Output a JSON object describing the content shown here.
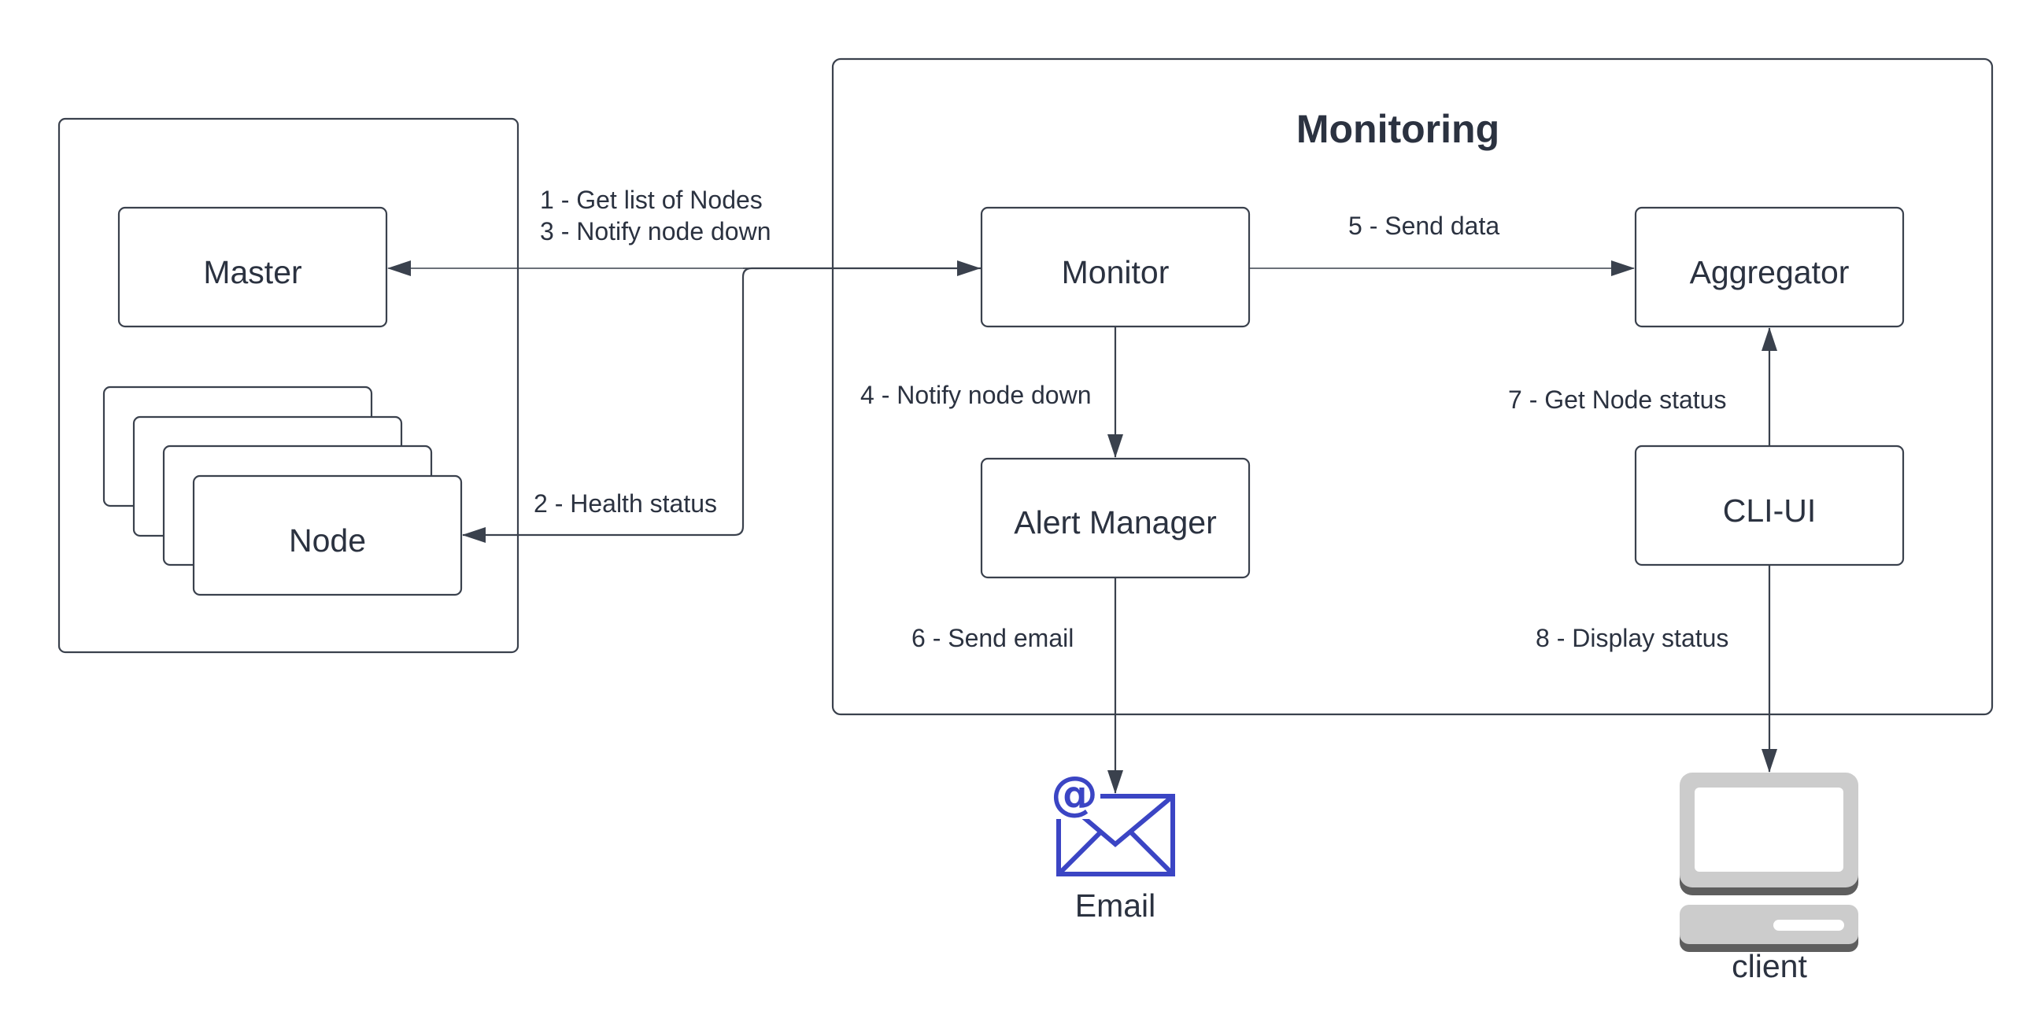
{
  "title": "Monitoring",
  "nodes": {
    "master": "Master",
    "node": "Node",
    "monitor": "Monitor",
    "aggregator": "Aggregator",
    "alert_manager": "Alert Manager",
    "cli_ui": "CLI-UI",
    "email": "Email",
    "client": "client"
  },
  "edges": {
    "get_nodes": "1 - Get list of Nodes",
    "notify_master": "3 - Notify node down",
    "health": "2 - Health status",
    "notify_alert": "4 - Notify node down",
    "send_data": "5 - Send data",
    "send_email": "6 - Send email",
    "get_status": "7 - Get Node status",
    "display": "8 - Display status"
  },
  "colors": {
    "stroke": "#3a414d",
    "text": "#2b3240",
    "email_icon": "#3b45c4",
    "client_icon": "#cccccc",
    "client_icon_shadow": "#5e5e5e"
  },
  "icons": {
    "email": "email-envelope-icon",
    "client": "computer-terminal-icon"
  }
}
